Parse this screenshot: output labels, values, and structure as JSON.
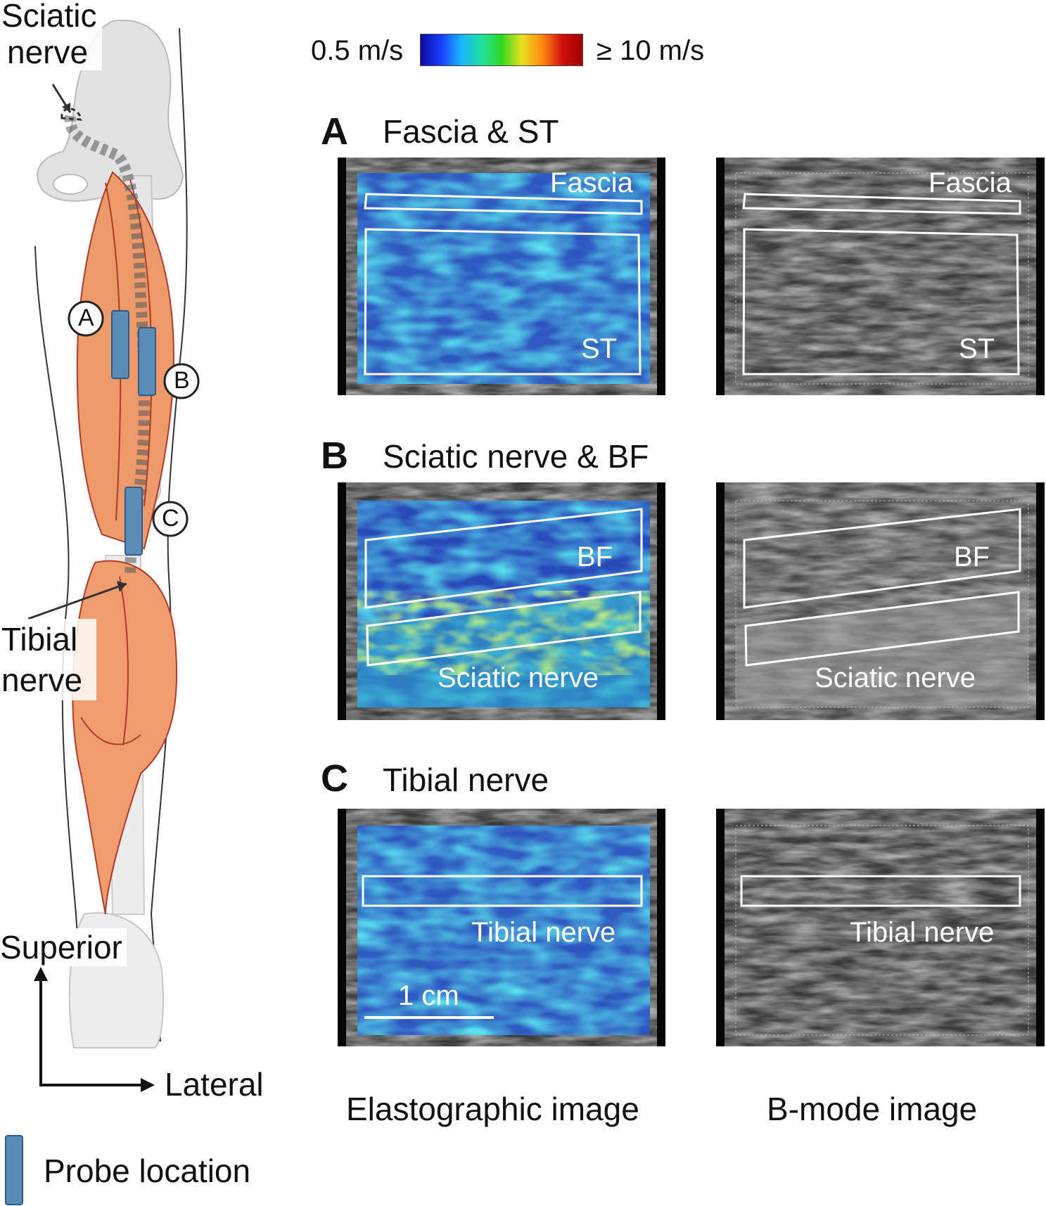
{
  "figure": {
    "left_labels": {
      "sciatic_nerve": [
        "Sciatic",
        "nerve"
      ],
      "tibial_nerve": [
        "Tibial",
        "nerve"
      ],
      "superior": "Superior",
      "lateral": "Lateral",
      "probe_location": "Probe location"
    },
    "probe_markers": [
      "A",
      "B",
      "C"
    ],
    "colorbar": {
      "min_label": "0.5 m/s",
      "max_label": "≥ 10 m/s",
      "colors": [
        "#0a0aa0",
        "#1a3cff",
        "#19b4ff",
        "#20e0a0",
        "#2fd820",
        "#e8e020",
        "#ff8a10",
        "#d01010",
        "#a00000"
      ]
    },
    "panels": [
      {
        "letter": "A",
        "title": "Fascia & ST",
        "elasto_labels": [
          "Fascia",
          "ST"
        ],
        "bmode_labels": [
          "Fascia",
          "ST"
        ]
      },
      {
        "letter": "B",
        "title": "Sciatic nerve & BF",
        "elasto_labels": [
          "BF",
          "Sciatic nerve"
        ],
        "bmode_labels": [
          "BF",
          "Sciatic nerve"
        ]
      },
      {
        "letter": "C",
        "title": "Tibial nerve",
        "elasto_labels": [
          "Tibial nerve"
        ],
        "bmode_labels": [
          "Tibial nerve"
        ],
        "scale_bar": "1 cm"
      }
    ],
    "captions": {
      "elasto": "Elastographic image",
      "bmode": "B-mode image"
    }
  }
}
